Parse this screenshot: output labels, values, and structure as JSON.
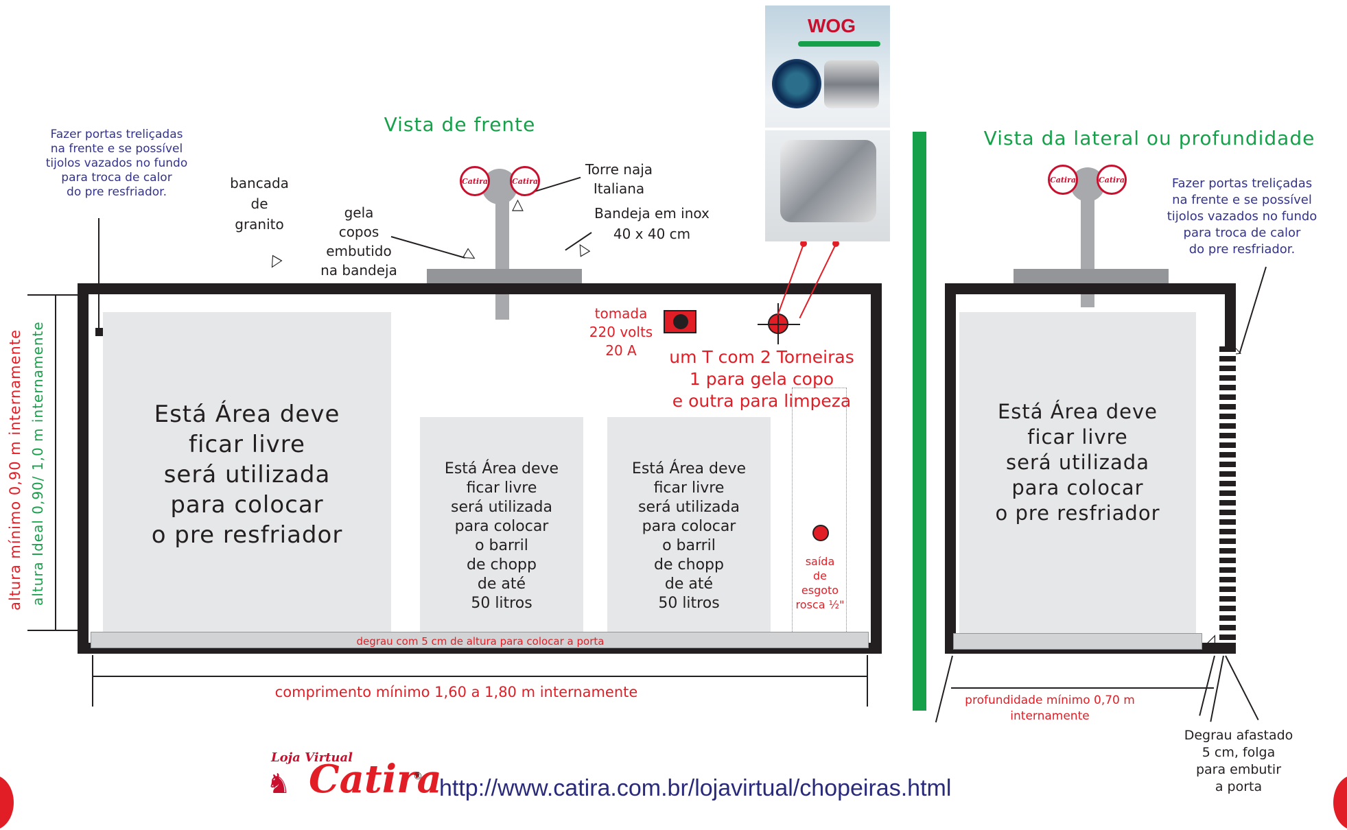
{
  "front_view": {
    "title": "Vista de frente",
    "note_portas": "Fazer portas treliçadas\nna frente e se possível\ntijolos vazados no fundo\npara troca de calor\ndo pre resfriador.",
    "bancada_label": "bancada\nde\ngranito",
    "gela_copos_label": "gela\ncopos\nembutido\nna bandeja",
    "torre_label": "Torre naja\nItaliana",
    "bandeja_label": "Bandeja em inox\n40 x 40 cm",
    "tomada_label": "tomada\n220 volts\n20 A",
    "torneiras_label": "um T com 2 Torneiras\n1 para gela copo\ne outra para limpeza",
    "area_large": "Está Área deve\nficar livre\nserá utilizada\npara colocar\no pre resfriador",
    "area_barril_1": "Está Área deve\nficar livre\nserá utilizada\npara colocar\no barril\nde chopp\nde até\n50 litros",
    "area_barril_2": "Está Área deve\nficar livre\nserá utilizada\npara colocar\no barril\nde chopp\nde até\n50 litros",
    "esgoto_label": "saída\nde\nesgoto\nrosca ½\"",
    "degrau_label": "degrau com 5 cm de altura para colocar a porta",
    "comprimento_label": "comprimento mínimo 1,60 a 1,80 m internamente",
    "altura_minima_label": "altura mínimo 0,90 m internamente",
    "altura_ideal_label": "altura Ideal 0,90/ 1,0 m internamente"
  },
  "side_view": {
    "title": "Vista da lateral ou profundidade",
    "note_portas": "Fazer portas treliçadas\nna frente e se possível\ntijolos vazados no fundo\npara troca de calor\ndo pre resfriador.",
    "area_label": "Está Área deve\nficar livre\nserá utilizada\npara colocar\no pre resfriador",
    "profundidade_label": "profundidade mínimo 0,70 m\ninternamente",
    "degrau_afastado_label": "Degrau afastado\n5 cm, folga\npara embutir\na porta"
  },
  "product_photo": {
    "brand": "WOG"
  },
  "badges": {
    "brand_text": "Catira"
  },
  "footer": {
    "logo_small": "Loja Virtual",
    "logo_brand": "Catira",
    "logo_mark": "®",
    "url": "http://www.catira.com.br/lojavirtual/chopeiras.html"
  },
  "colors": {
    "wall": "#231f20",
    "area": "#e6e7e8",
    "accent_red": "#e11e26",
    "accent_green": "#16a04a",
    "note_blue": "#33338a"
  }
}
